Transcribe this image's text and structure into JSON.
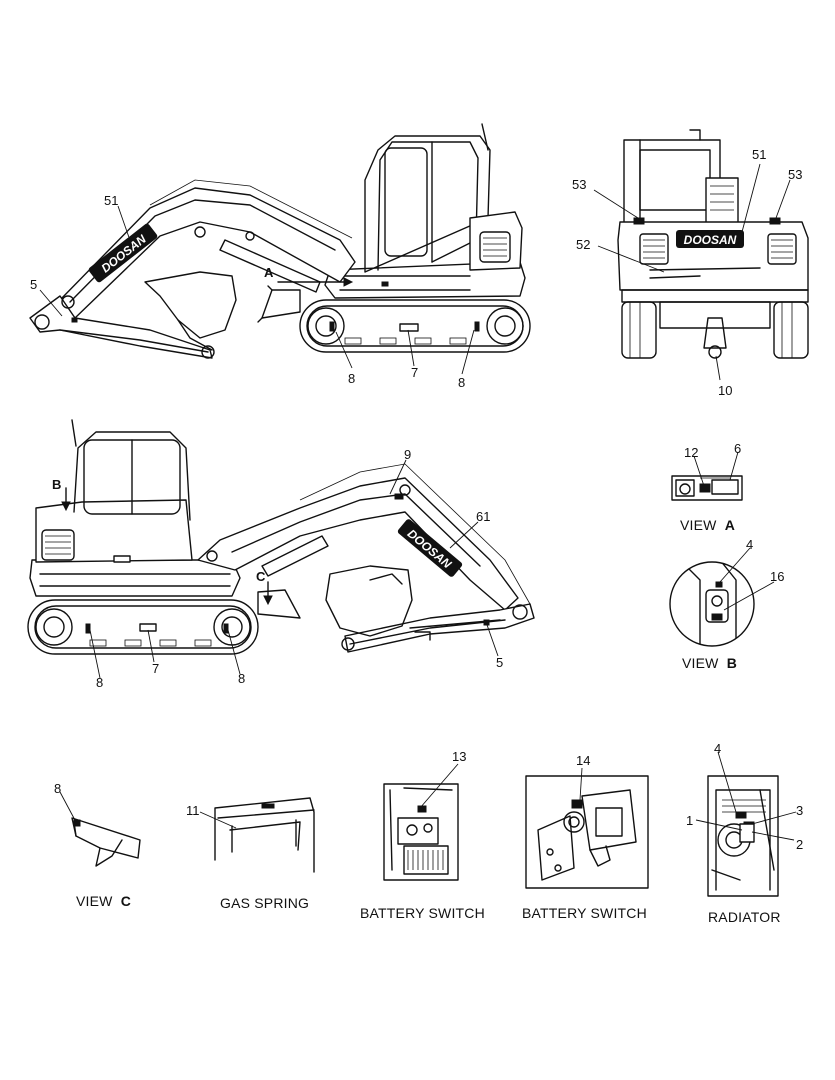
{
  "callouts": {
    "c51a": "51",
    "c5a": "5",
    "cA": "A",
    "c8a": "8",
    "c7a": "7",
    "c8b": "8",
    "c53a": "53",
    "c51b": "51",
    "c53b": "53",
    "c52": "52",
    "c10": "10",
    "c9": "9",
    "cB": "B",
    "c61": "61",
    "cC": "C",
    "c8c": "8",
    "c7b": "7",
    "c8d": "8",
    "c5b": "5",
    "c12": "12",
    "c6": "6",
    "c4a": "4",
    "c16": "16",
    "c8e": "8",
    "c11": "11",
    "c13": "13",
    "c14": "14",
    "c4b": "4",
    "c3": "3",
    "c1": "1",
    "c2": "2"
  },
  "captions": {
    "view_a": {
      "prefix": "VIEW",
      "letter": "A"
    },
    "view_b": {
      "prefix": "VIEW",
      "letter": "B"
    },
    "view_c": {
      "prefix": "VIEW",
      "letter": "C"
    },
    "gas_spring": "GAS SPRING",
    "battery_switch_1": "BATTERY SWITCH",
    "battery_switch_2": "BATTERY SWITCH",
    "radiator": "RADIATOR"
  },
  "brand_text": "DOOSAN"
}
